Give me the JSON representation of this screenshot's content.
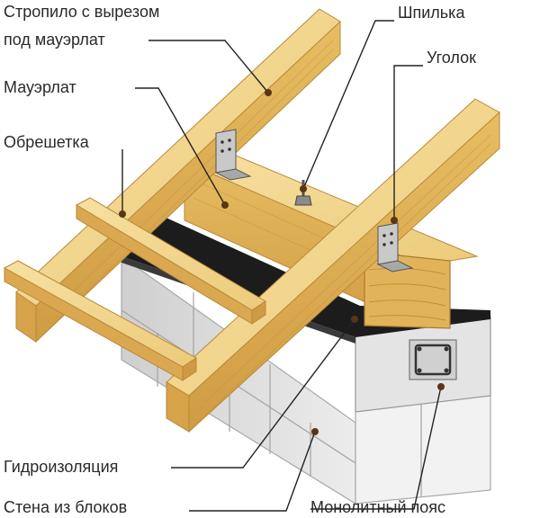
{
  "labels": {
    "rafter_line1": "Стропило с вырезом",
    "rafter_line2": "под мауэрлат",
    "mauerlat": "Мауэрлат",
    "lathing": "Обрешетка",
    "stud": "Шпилька",
    "angle": "Уголок",
    "waterproofing": "Гидроизоляция",
    "block_wall": "Стена из блоков",
    "monolithic_belt": "Монолитный пояс"
  },
  "colors": {
    "wood_light": "#f3d48a",
    "wood_mid": "#e8bf64",
    "wood_dark": "#c9953a",
    "block_light": "#eeeeee",
    "block_mid": "#d4d4d4",
    "block_dark": "#b0b0b0",
    "membrane": "#1c1c1c",
    "leader": "#222222",
    "dot": "#5a3516"
  }
}
